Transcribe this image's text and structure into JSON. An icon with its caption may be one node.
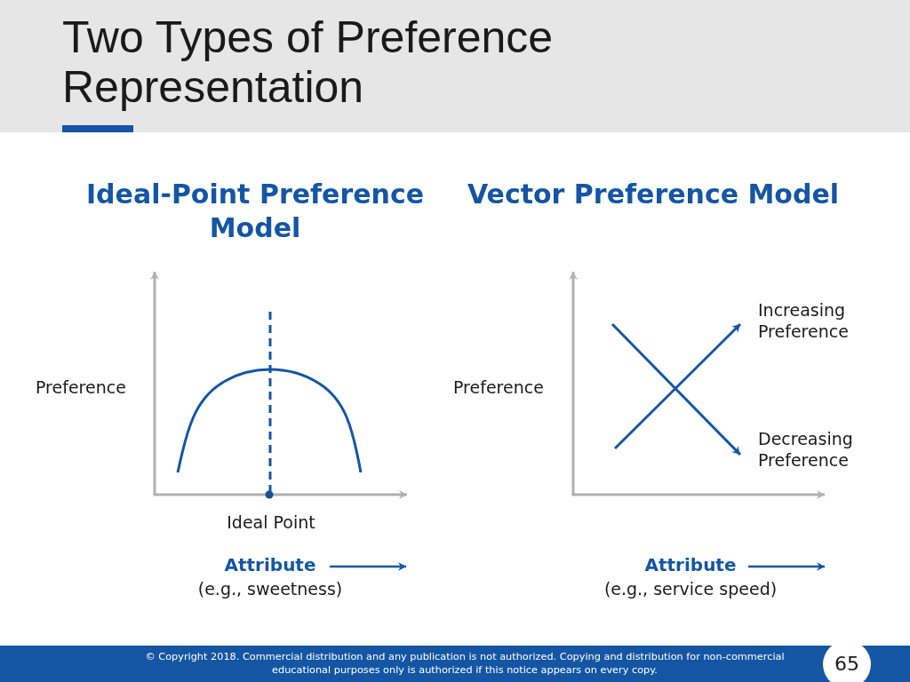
{
  "diagram": {
    "title": "Two Types of Preference Representation",
    "labels": [
      "Ideal-Point Preference Model",
      "Vector Preference Model",
      "Increasing Preference",
      "Preference",
      "Preference",
      "Decreasing Preference",
      "Ideal Point",
      "Attribute",
      "(e.g., sweetness)",
      "Attribute",
      "(e.g., service speed)",
      "© Copyright 2018. Commercial distribution and any publication is not authorized. Copying and distribution for non-commercial educational purposes only is authorized if this notice appears on every copy.",
      "65"
    ]
  }
}
